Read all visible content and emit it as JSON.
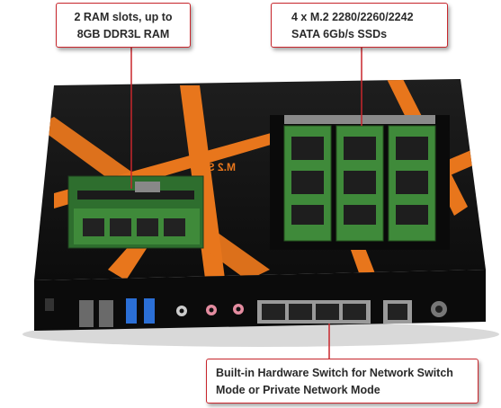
{
  "callouts": {
    "ram": {
      "line1": "2 RAM slots, up to",
      "line2": "8GB DDR3L RAM"
    },
    "ssd": {
      "line1": "4 x M.2 2280/2260/2242",
      "line2": "SATA 6Gb/s SSDs"
    },
    "switch": {
      "line1": "Built-in Hardware Switch for Network Switch",
      "line2": "Mode or Private Network Mode"
    }
  },
  "colors": {
    "callout_border": "#c8262c",
    "device_body": "#141414",
    "accent_orange": "#e8761c",
    "pcb_green": "#3f8a3a"
  }
}
